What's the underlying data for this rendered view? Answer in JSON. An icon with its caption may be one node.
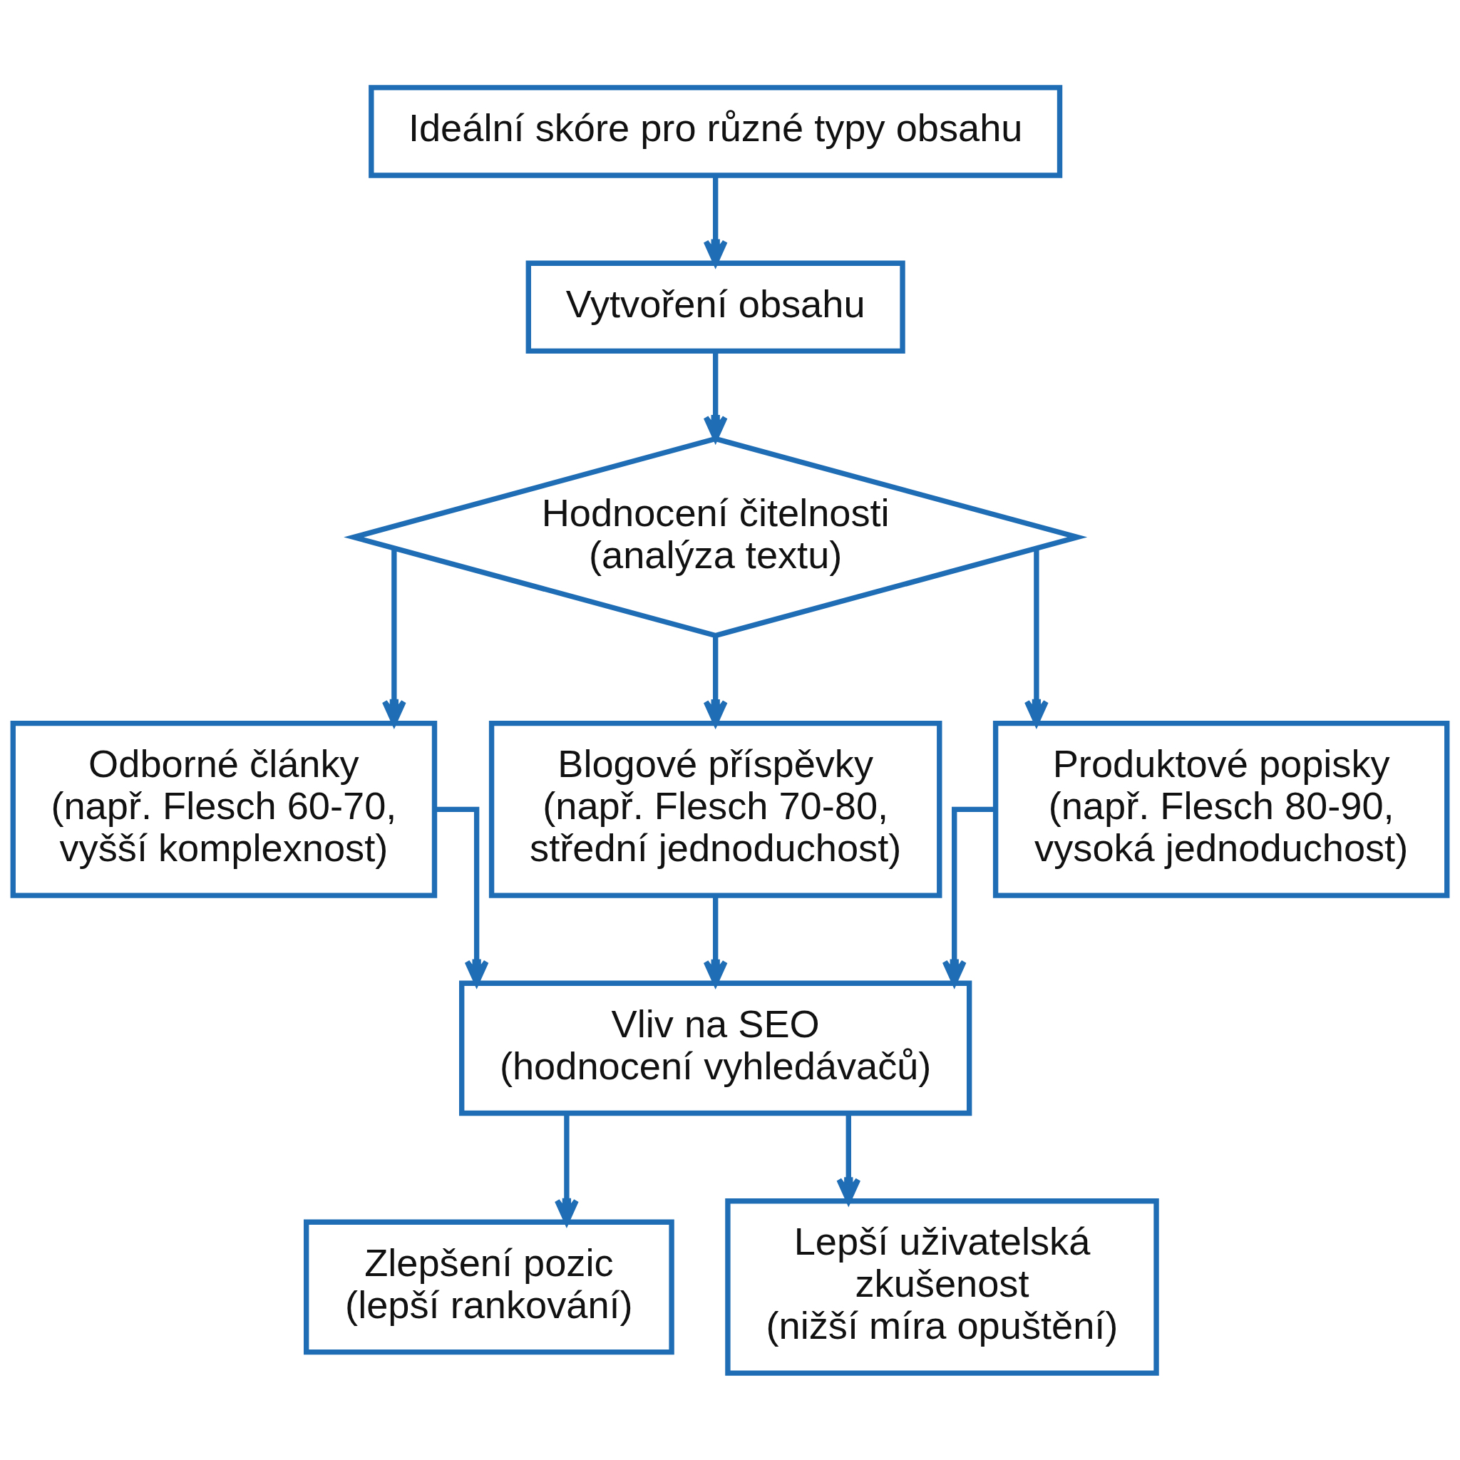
{
  "diagram": {
    "nodes": [
      {
        "text": [
          "Ideální skóre pro různé typy obsahu"
        ]
      },
      {
        "text": [
          "Vytvoření obsahu"
        ]
      },
      {
        "text": [
          "Hodnocení čitelnosti",
          "(analýza textu)"
        ]
      },
      {
        "text": [
          "Odborné články",
          "(např. Flesch 60-70, vyšší komplexnost)"
        ]
      },
      {
        "text": [
          "Blogové příspěvky",
          "(např. Flesch 70-80, střední jednoduchost)"
        ]
      },
      {
        "text": [
          "Produktové popisky",
          "(např. Flesch 80-90, vysoká jednoduchost)"
        ]
      },
      {
        "text": [
          "Vliv na SEO",
          "(hodnocení vyhledávačů)"
        ]
      },
      {
        "text": [
          "Zlepšení pozic",
          "(lepší rankování)"
        ]
      },
      {
        "text": [
          "Lepší uživatelská zkušenost",
          "(nižší míra opuštění)"
        ]
      }
    ],
    "edges": [
      {
        "from": 0,
        "to": 1,
        "arrow": "to"
      },
      {
        "from": 1,
        "to": 2,
        "arrow": "to"
      },
      {
        "from": 2,
        "to": 3,
        "arrow": "to"
      },
      {
        "from": 2,
        "to": 4,
        "arrow": "to"
      },
      {
        "from": 2,
        "to": 5,
        "arrow": "to"
      },
      {
        "from": 3,
        "to": 6,
        "arrow": "to"
      },
      {
        "from": 4,
        "to": 6,
        "arrow": "to"
      },
      {
        "from": 5,
        "to": 6,
        "arrow": "to"
      },
      {
        "from": 6,
        "to": 7,
        "arrow": "to"
      },
      {
        "from": 6,
        "to": 8,
        "arrow": "to"
      }
    ]
  }
}
